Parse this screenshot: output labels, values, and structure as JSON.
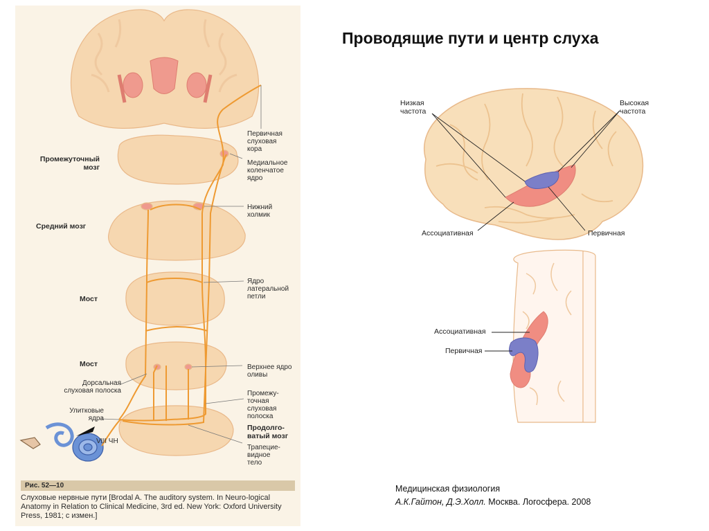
{
  "title": "Проводящие пути и центр слуха",
  "left_figure": {
    "levels": {
      "diencephalon": "Промежуточный\nмозг",
      "midbrain": "Средний мозг",
      "pons_upper": "Мост",
      "pons_lower": "Мост",
      "medulla": "Продолго-\nватый мозг"
    },
    "labels": {
      "primary_cortex": "Первичная\nслуховая\nкора",
      "medial_geniculate": "Медиальное\nколенчатое\nядро",
      "inferior_colliculus": "Нижний\nхолмик",
      "lateral_lemniscus": "Ядро\nлатеральной\nпетли",
      "superior_olive": "Верхнее ядро\nоливы",
      "dorsal_stria": "Дорсальная\nслуховая полоска",
      "intermediate_stria": "Промежу-\nточная\nслуховая\nполоска",
      "cochlear_nuclei": "Улитковые\nядра",
      "cranial_nerve": "VIII ЧН",
      "trapezoid_body": "Трапецие-\nвидное\nтело"
    },
    "figure_number": "Рис. 52—10",
    "caption": "Слуховые нервные пути [Brodal A. The auditory system. In Neuro-logical Anatomy in Relation to Clinical Medicine, 3rd ed. New York: Oxford University Press, 1981; с измен.]"
  },
  "right_figure": {
    "labels": {
      "low_freq": "Низкая\nчастота",
      "high_freq": "Высокая\nчастота",
      "associative_top": "Ассоциативная",
      "primary_top": "Первичная",
      "associative_bottom": "Ассоциативная",
      "primary_bottom": "Первичная"
    }
  },
  "source": {
    "book": "Медицинская физиология",
    "authors": "А.К.Гайтон, Д.Э.Холл.",
    "publisher": " Москва. Логосфера. 2008"
  },
  "colors": {
    "tissue": "#f6d7b0",
    "tissue_outline": "#e9b889",
    "pathway": "#ee9a32",
    "nucleus": "#ef9a8e",
    "primary_area": "#7b7fc8",
    "associative_area": "#f08d82"
  }
}
